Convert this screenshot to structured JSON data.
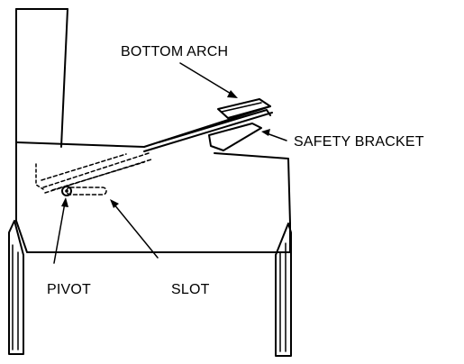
{
  "labels": {
    "bottom_arch": "BOTTOM ARCH",
    "safety_bracket": "SAFETY BRACKET",
    "pivot": "PIVOT",
    "slot": "SLOT"
  },
  "colors": {
    "ink": "#000000",
    "background": "#ffffff"
  }
}
